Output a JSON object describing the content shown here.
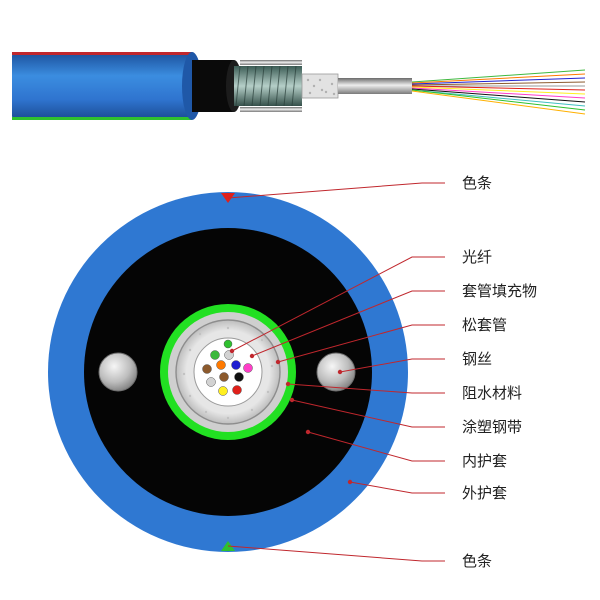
{
  "labels": {
    "color_strip_top": "色条",
    "fiber": "光纤",
    "tube_filler": "套管填充物",
    "loose_tube": "松套管",
    "steel_wire": "钢丝",
    "water_blocking": "阻水材料",
    "coated_steel_tape": "涂塑钢带",
    "inner_sheath": "内护套",
    "outer_sheath": "外护套",
    "color_strip_bottom": "色条"
  },
  "colors": {
    "outer_sheath": "#2f78d2",
    "inner_sheath": "#050505",
    "steel_tape": "#22e022",
    "loose_tube": "#d9d9d9",
    "tube_filler": "#ffffff",
    "leader_line": "#c0272d",
    "color_strip_top": "#e0201a",
    "color_strip_bottom": "#2fc12f",
    "fibers": [
      "#3fb83f",
      "#d2d2d2",
      "#8c5a2d",
      "#ff7a00",
      "#2020d0",
      "#ff3ec8",
      "#d2d2d2",
      "#8c5a2d",
      "#101010",
      "#ffef20",
      "#e0201a",
      "#2fc12f"
    ]
  },
  "icons": {
    "cable_side_view": "cable-side-view-illustration",
    "steel_wire": "steel-wire-icon"
  }
}
